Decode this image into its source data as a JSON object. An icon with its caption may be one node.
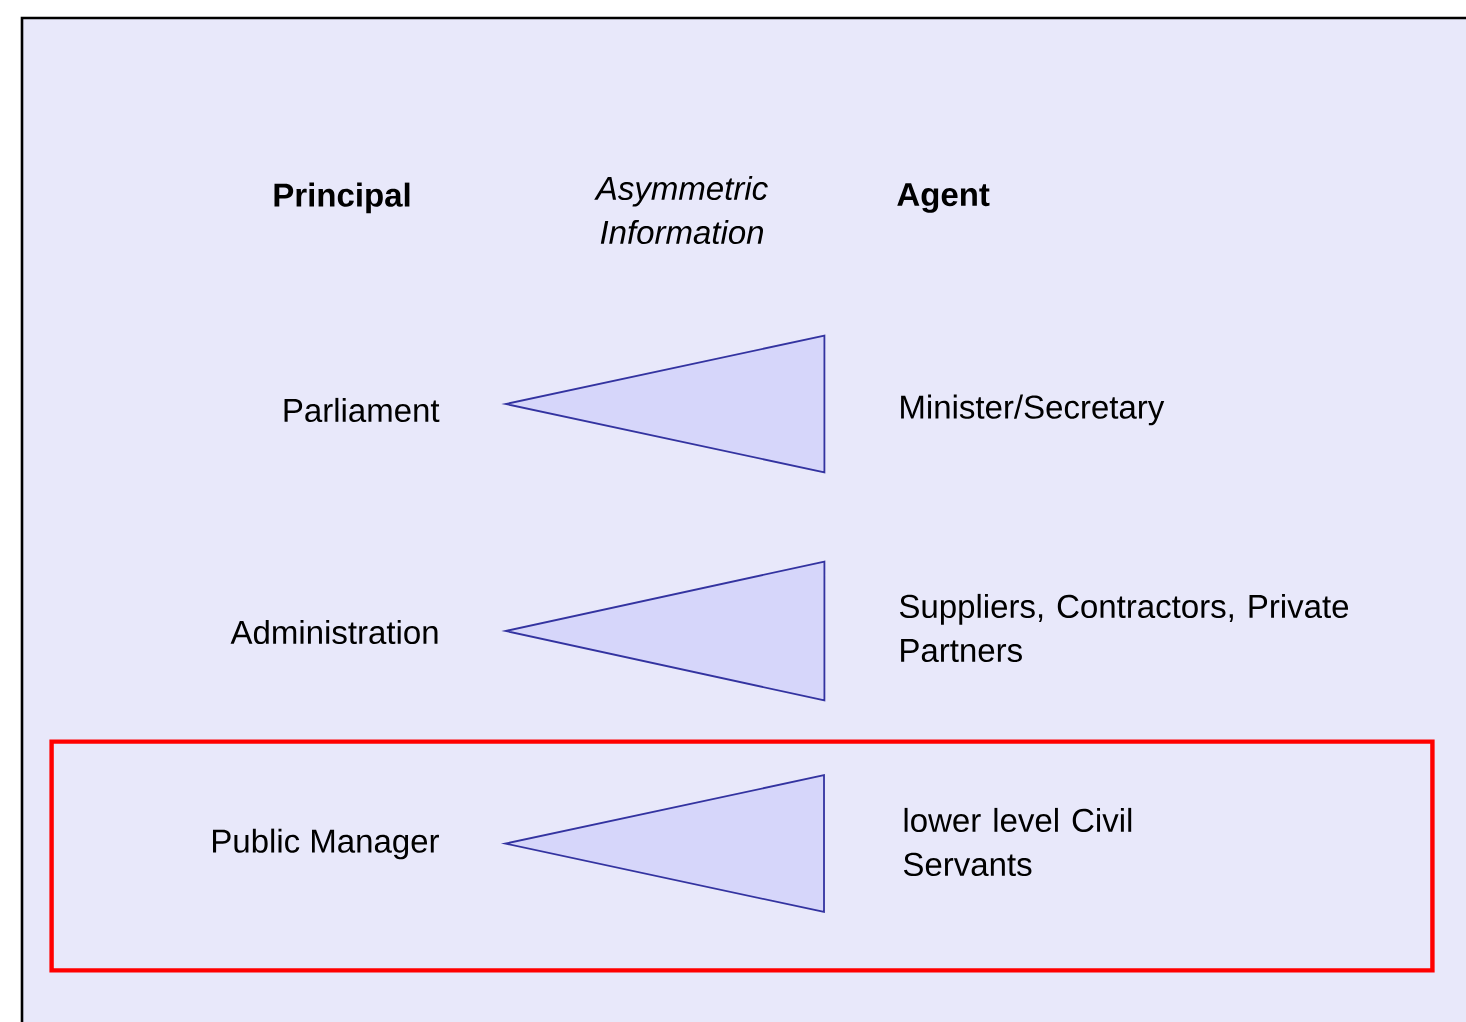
{
  "diagram": {
    "nodes": [
      {
        "text": [],
        "shape": "triangle"
      },
      {
        "text": [],
        "shape": "triangle"
      },
      {
        "text": [],
        "shape": "box"
      },
      {
        "text": [],
        "shape": "triangle",
        "in": 2
      }
    ],
    "labels": [
      "Principal",
      "Asymmetric Information",
      "Agent",
      "Parliament",
      "Minister/Secretary",
      "Administration",
      "Suppliers, Contractors, Private Partners",
      "Public Manager",
      "lower level Civil Servants"
    ]
  }
}
